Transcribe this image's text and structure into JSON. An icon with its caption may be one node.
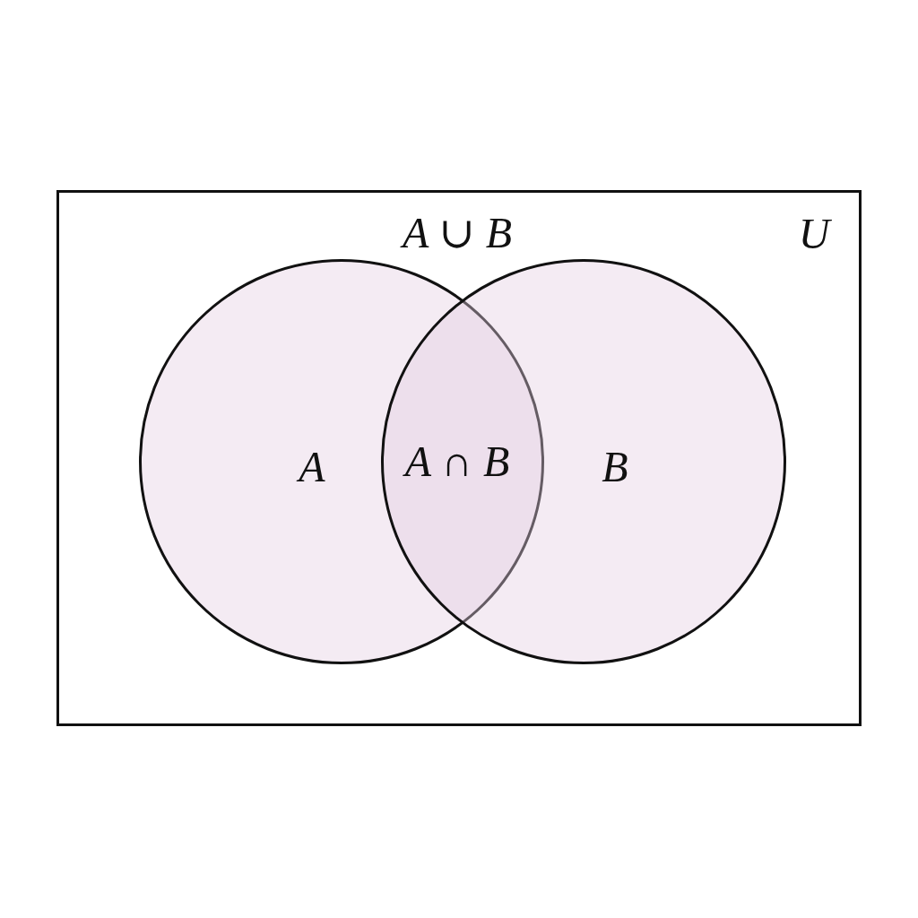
{
  "diagram": {
    "nodes": [
      {
        "text": [
          "U"
        ]
      },
      {
        "text": [
          "A"
        ],
        "in": 0
      },
      {
        "text": [
          "B"
        ],
        "in": 0
      }
    ],
    "labels": [
      "A ∪ B",
      "A ∩ B"
    ]
  }
}
